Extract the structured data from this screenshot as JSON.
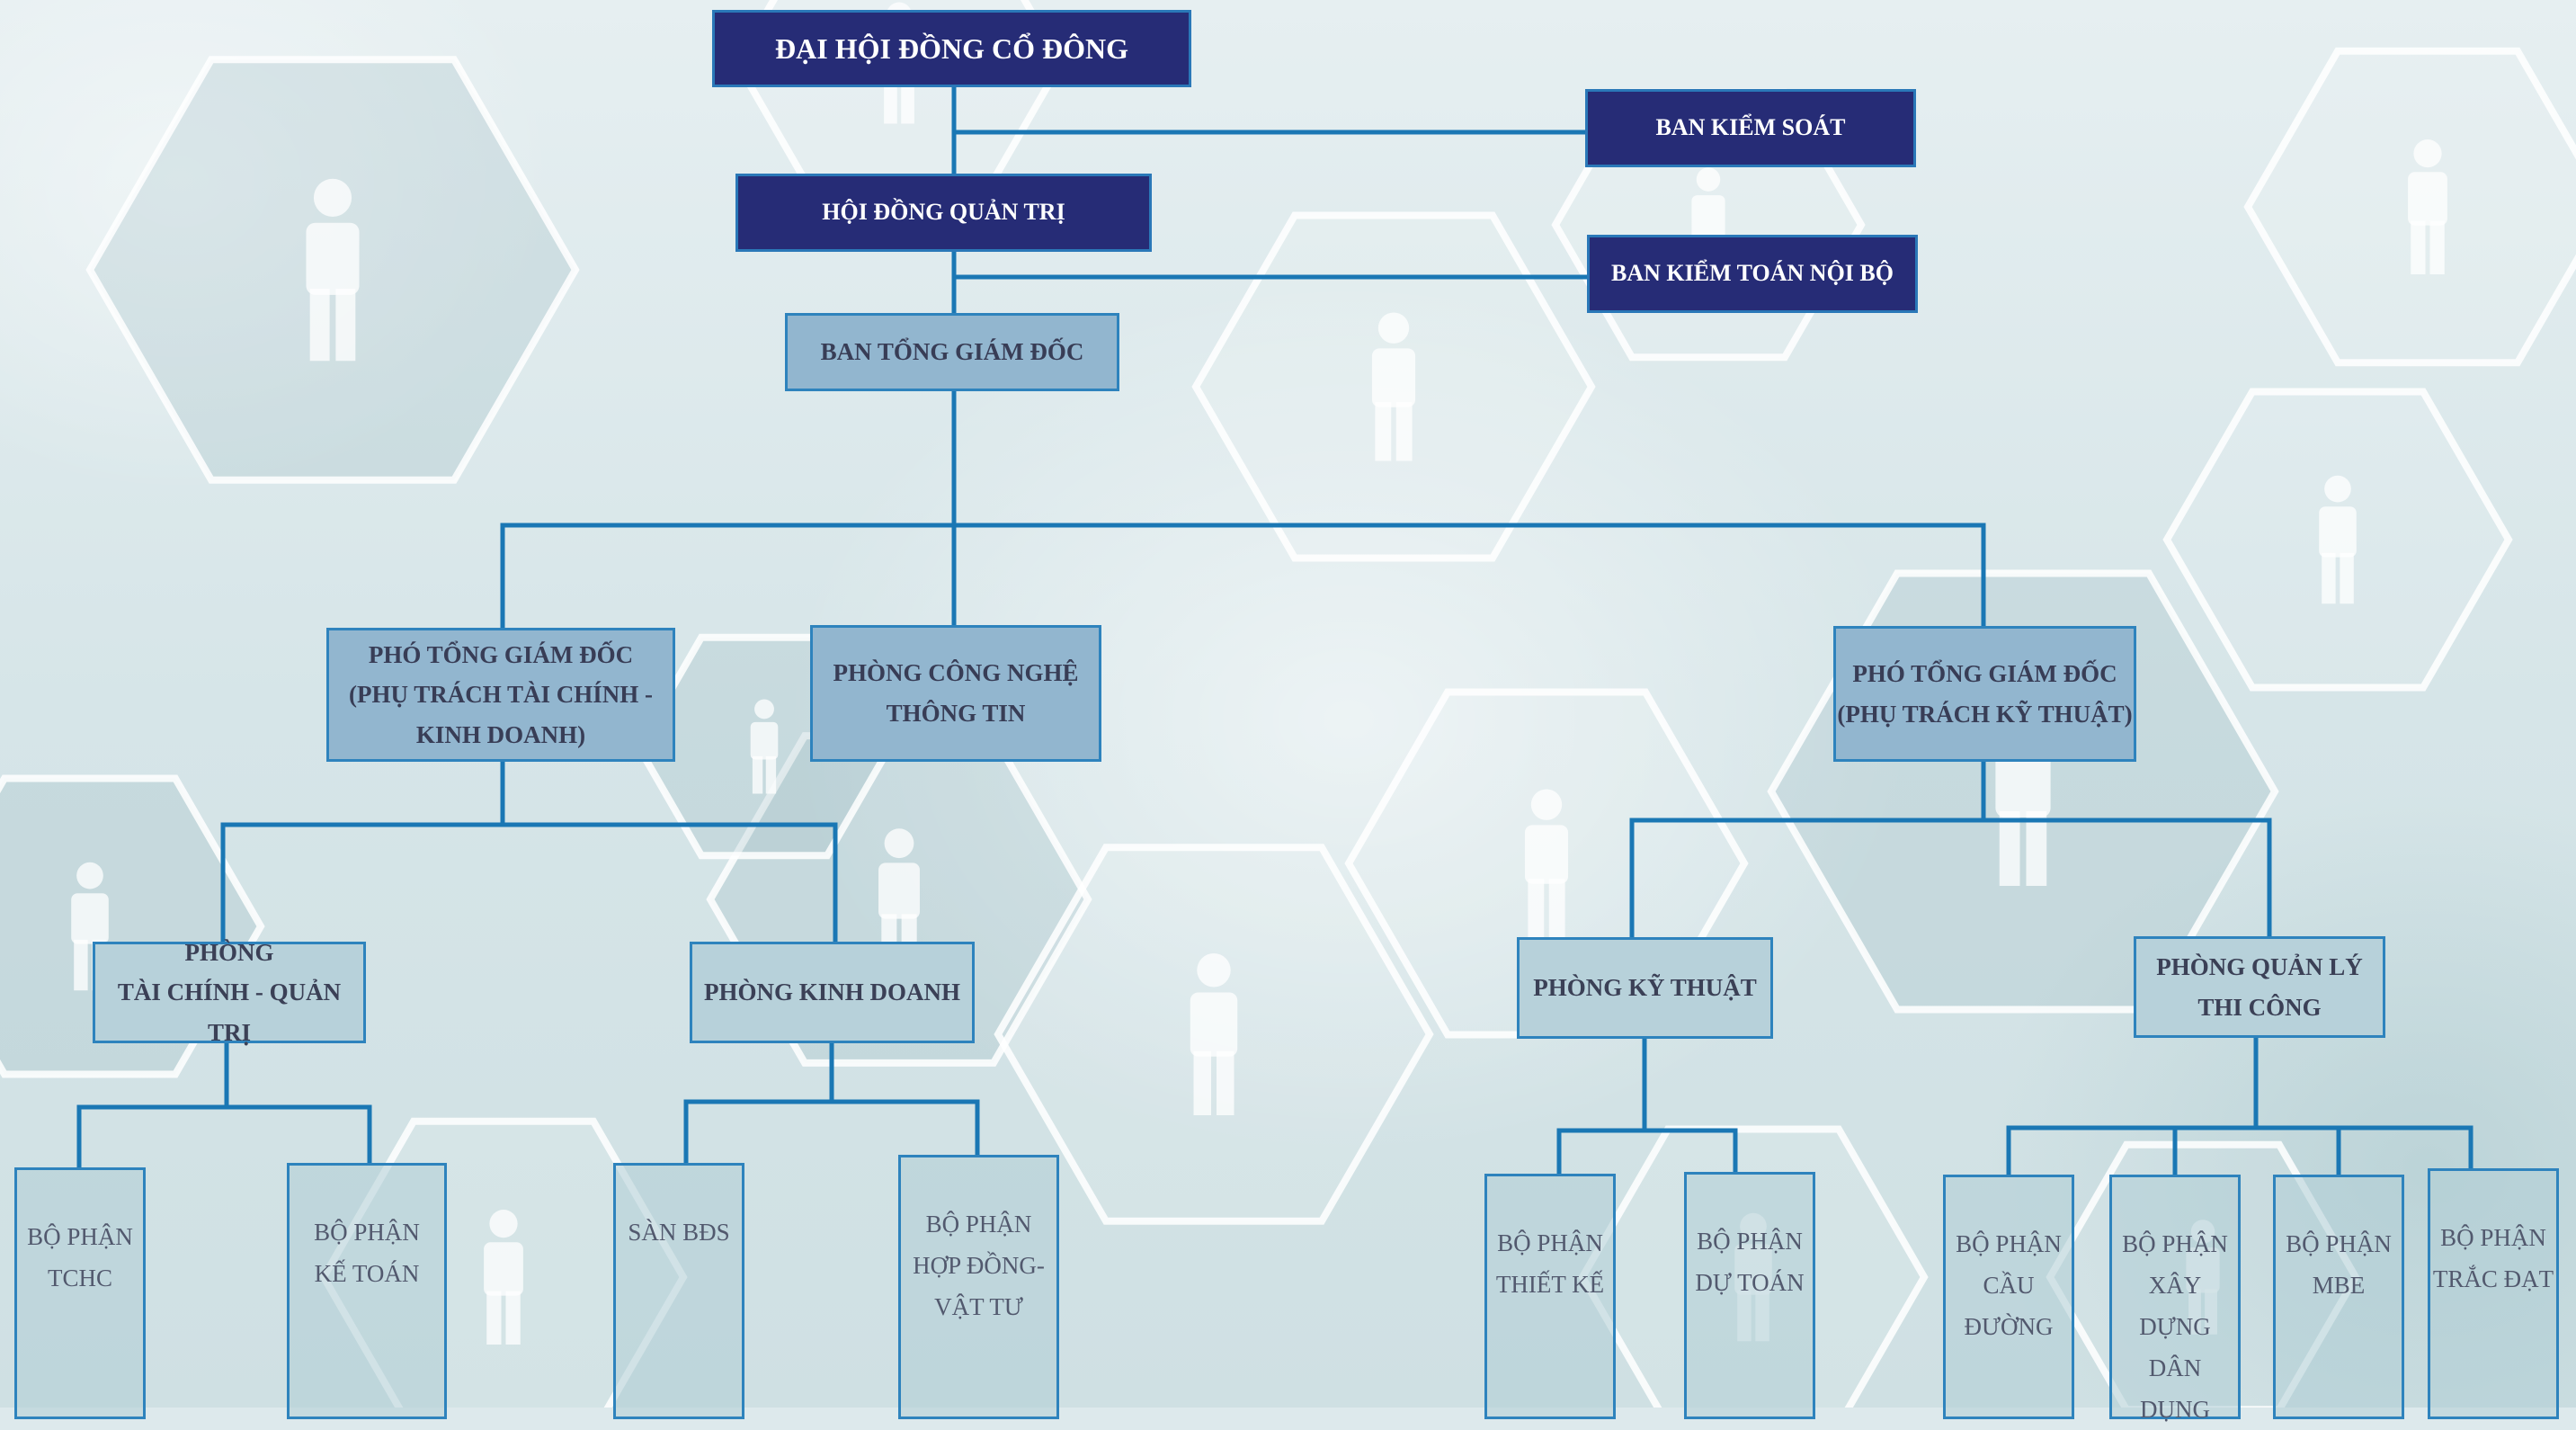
{
  "colors": {
    "connector": "#1a77b4",
    "top_box": "#262c76",
    "mid_box": "#92b6cf",
    "light_box": "#b7d1da"
  },
  "background": {
    "type": "hexagon-network-with-person-icons",
    "icon_name": "person-icon"
  },
  "org_chart": {
    "general_meeting": "ĐẠI HỘI ĐỒNG CỔ ĐÔNG",
    "supervisory_board": "BAN KIỂM SOÁT",
    "board_of_directors": "HỘI ĐỒNG QUẢN TRỊ",
    "internal_audit": "BAN KIỂM TOÁN NỘI BỘ",
    "executive_board": "BAN TỔNG GIÁM ĐỐC",
    "deputy_finance": "PHÓ TỔNG GIÁM ĐỐC\n(PHỤ TRÁCH TÀI CHÍNH -\nKINH DOANH)",
    "it_department": "PHÒNG CÔNG NGHỆ\nTHÔNG TIN",
    "deputy_technical": "PHÓ TỔNG GIÁM ĐỐC\n(PHỤ TRÁCH KỸ THUẬT)",
    "finance_admin_dept": "PHÒNG\nTÀI CHÍNH - QUẢN TRỊ",
    "sales_dept": "PHÒNG KINH DOANH",
    "technical_dept": "PHÒNG KỸ THUẬT",
    "construction_mgmt_dept": "PHÒNG QUẢN LÝ\nTHI CÔNG",
    "units": {
      "tchc": "BỘ PHẬN\nTCHC",
      "accounting": "BỘ PHẬN\nKẾ TOÁN",
      "real_estate_floor": "SÀN BĐS",
      "contracts_materials": "BỘ PHẬN\nHỢP ĐỒNG-\nVẬT TƯ",
      "design": "BỘ PHẬN\nTHIẾT KẾ",
      "estimation": "BỘ PHẬN\nDỰ TOÁN",
      "bridges_roads": "BỘ PHẬN\nCẦU\nĐƯỜNG",
      "civil_construction": "BỘ PHẬN\nXÂY DỰNG\nDÂN\nDỤNG",
      "mbe": "BỘ PHẬN\nMBE",
      "surveying": "BỘ PHẬN\nTRẮC ĐẠT"
    }
  }
}
